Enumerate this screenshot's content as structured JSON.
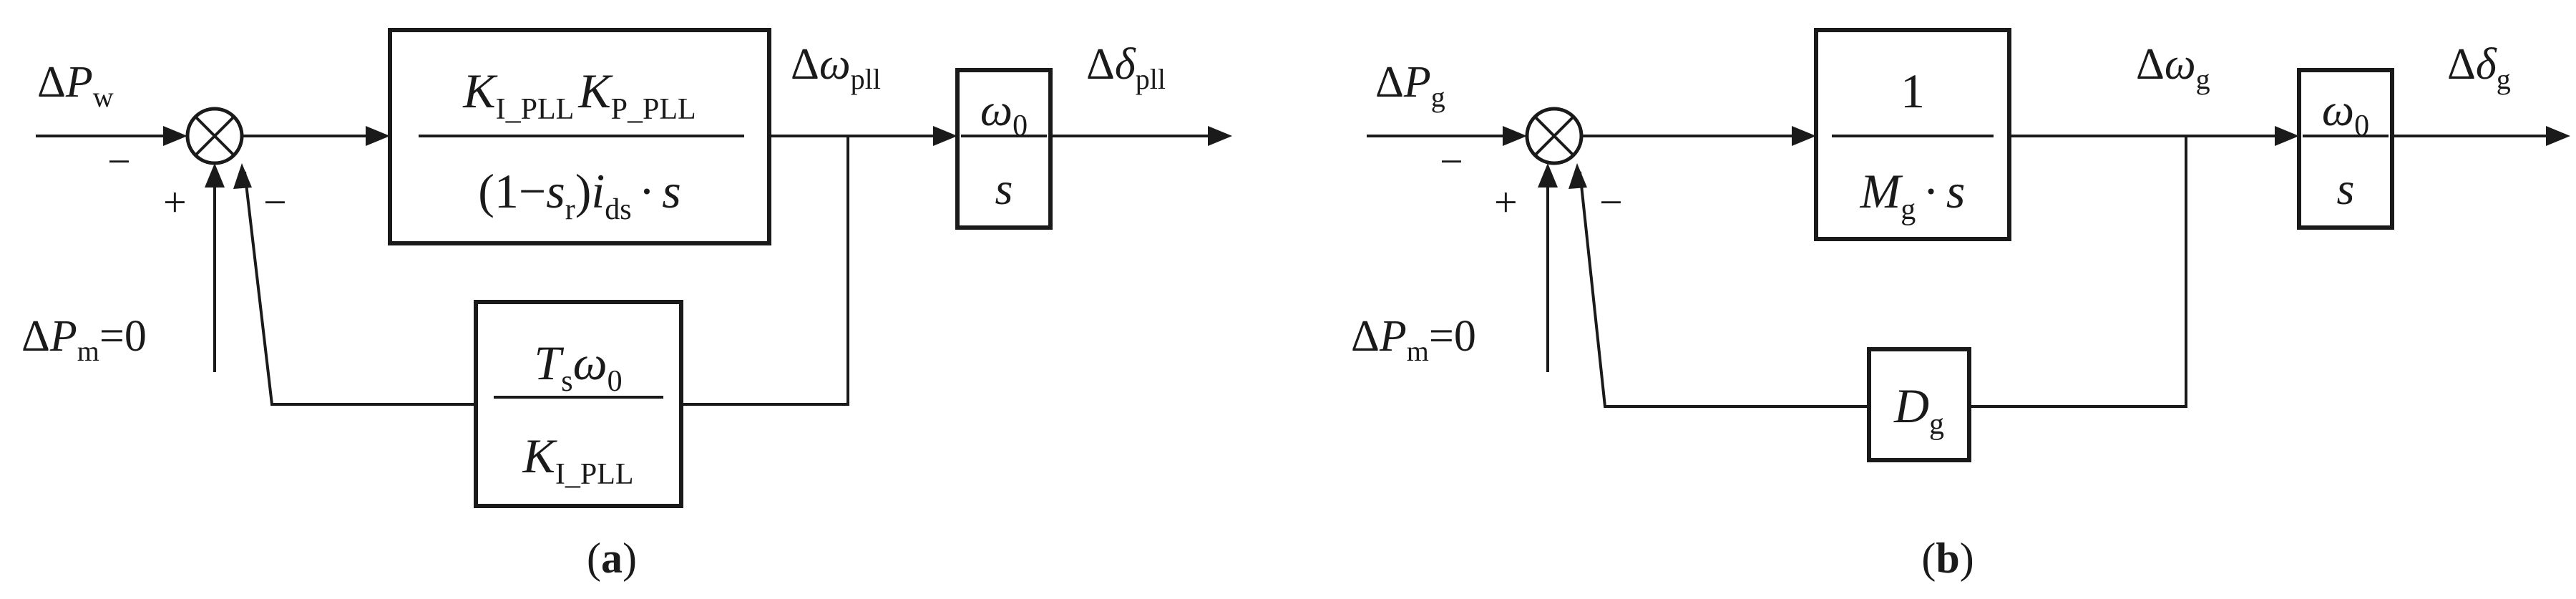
{
  "diagram_a": {
    "input_label": {
      "delta": "Δ",
      "var": "P",
      "sub": "w"
    },
    "sum_signs": {
      "left": "−",
      "bottom": "+",
      "feedback": "−"
    },
    "mech_label": {
      "delta": "Δ",
      "var": "P",
      "sub": "m",
      "value": "=0"
    },
    "forward_block": {
      "num_K1": "K",
      "num_K1_sub": "I_PLL",
      "num_K2": "K",
      "num_K2_sub": "P_PLL",
      "den_open": "(1−",
      "den_s": "s",
      "den_s_sub": "r",
      "den_close": ")",
      "den_i": "i",
      "den_i_sub": "ds",
      "den_tail": "·",
      "den_s2": "s"
    },
    "omega_label": {
      "delta": "Δ",
      "var": "ω",
      "sub": "pll"
    },
    "integrator_block": {
      "num": "ω",
      "num_sub": "0",
      "den": "s"
    },
    "output_label": {
      "delta": "Δ",
      "var": "δ",
      "sub": "pll"
    },
    "feedback_block": {
      "num_T": "T",
      "num_T_sub": "s",
      "num_w": "ω",
      "num_w_sub": "0",
      "den_K": "K",
      "den_K_sub": "I_PLL"
    },
    "caption": {
      "open": "(",
      "letter": "a",
      "close": ")"
    }
  },
  "diagram_b": {
    "input_label": {
      "delta": "Δ",
      "var": "P",
      "sub": "g"
    },
    "sum_signs": {
      "left": "−",
      "bottom": "+",
      "feedback": "−"
    },
    "mech_label": {
      "delta": "Δ",
      "var": "P",
      "sub": "m",
      "value": "=0"
    },
    "forward_block": {
      "num": "1",
      "den_M": "M",
      "den_M_sub": "g",
      "den_tail": "·",
      "den_s": "s"
    },
    "omega_label": {
      "delta": "Δ",
      "var": "ω",
      "sub": "g"
    },
    "integrator_block": {
      "num": "ω",
      "num_sub": "0",
      "den": "s"
    },
    "output_label": {
      "delta": "Δ",
      "var": "δ",
      "sub": "g"
    },
    "damping_block": {
      "var": "D",
      "sub": "g"
    },
    "caption": {
      "open": "(",
      "letter": "b",
      "close": ")"
    }
  }
}
